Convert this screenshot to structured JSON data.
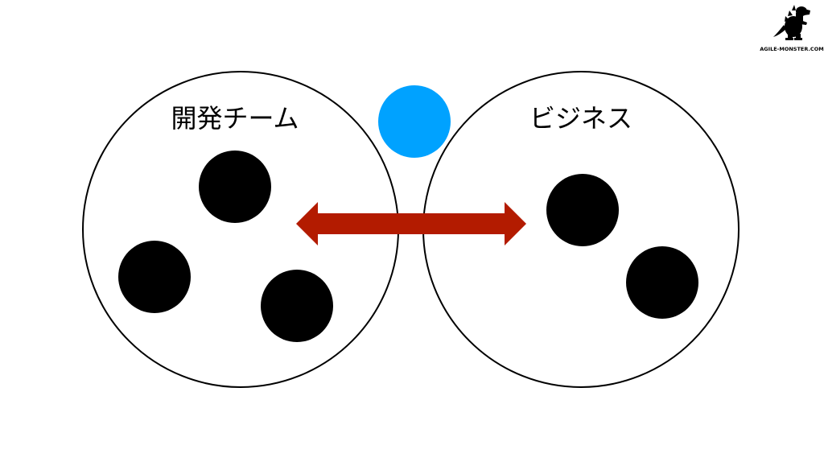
{
  "groups": [
    {
      "label": "開発チーム",
      "member_count": 3
    },
    {
      "label": "ビジネス",
      "member_count": 2
    }
  ],
  "connector": {
    "style": "double-headed-arrow",
    "color": "#B31B00"
  },
  "facilitator": {
    "color": "#00A2FF"
  },
  "member": {
    "color": "#000000"
  },
  "brand": {
    "logo_icon": "monster-icon",
    "text": "AGILE-MONSTER.COM"
  }
}
